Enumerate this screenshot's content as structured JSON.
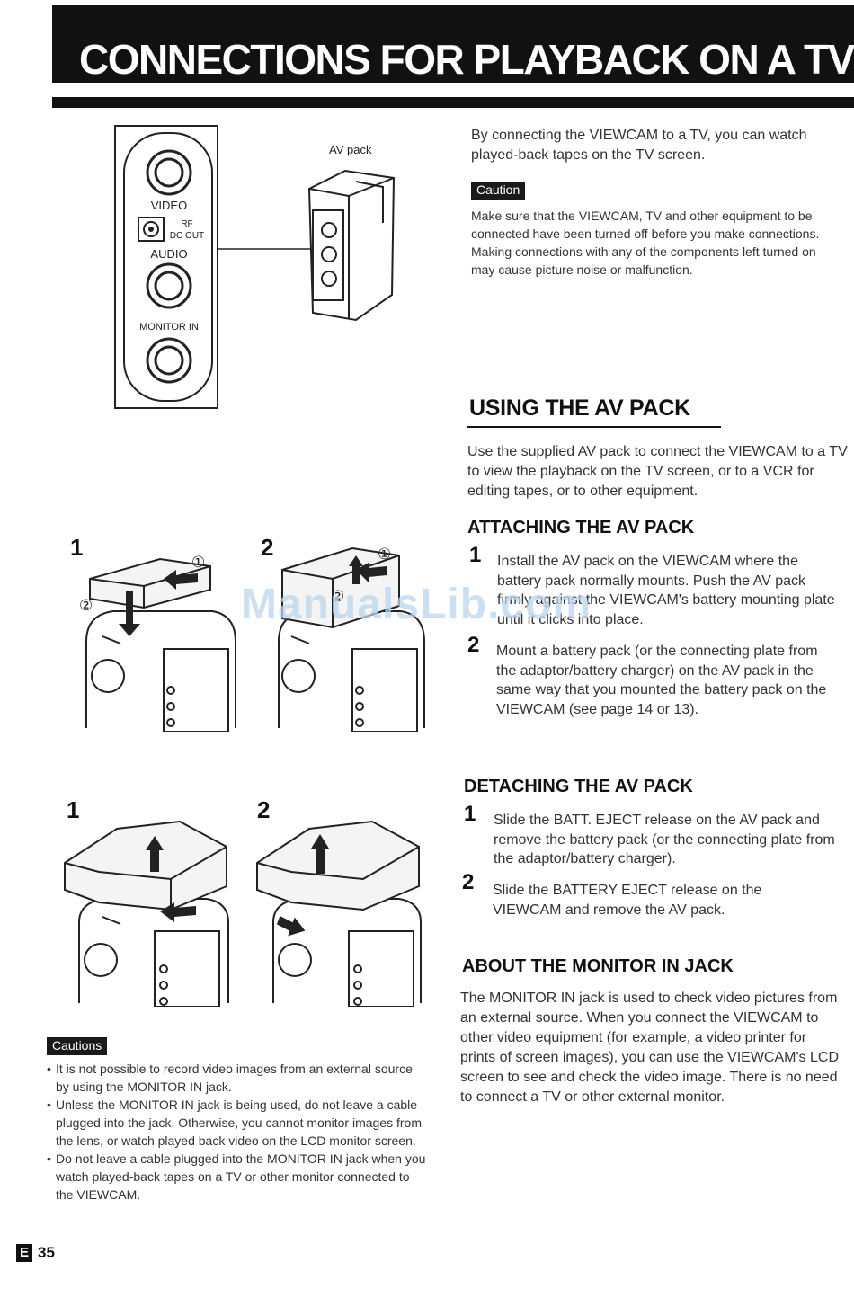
{
  "title": "CONNECTIONS FOR PLAYBACK ON A TV",
  "intro": "By connecting the VIEWCAM to a TV, you can watch played-back tapes on the TV screen.",
  "caution": {
    "label": "Caution",
    "text": "Make sure that the VIEWCAM, TV and other equipment to be connected have been turned off before you make connections. Making connections with any of the components left turned on may cause picture noise or malfunction."
  },
  "diagram": {
    "av_pack_label": "AV pack",
    "jack_video": "VIDEO",
    "jack_rf": "RF",
    "jack_dc_out": "DC OUT",
    "jack_audio": "AUDIO",
    "jack_monitor_in": "MONITOR IN"
  },
  "using": {
    "heading": "USING THE AV PACK",
    "text": "Use the supplied AV pack to connect the VIEWCAM to a TV to view the playback on the TV screen, or to a VCR for editing tapes, or to other equipment."
  },
  "attaching": {
    "heading": "ATTACHING THE AV PACK",
    "steps": [
      {
        "num": "1",
        "text": "Install the AV pack on the VIEWCAM where the battery pack normally mounts. Push the AV pack firmly against the VIEWCAM's battery mounting plate until it clicks into place."
      },
      {
        "num": "2",
        "text": "Mount a battery pack (or the connecting plate from the adaptor/battery charger) on the AV pack in the same way that you mounted the battery pack on the VIEWCAM (see page 14 or 13)."
      }
    ]
  },
  "detaching": {
    "heading": "DETACHING THE AV PACK",
    "steps": [
      {
        "num": "1",
        "text": "Slide the BATT. EJECT release on the AV pack and remove the battery pack (or the connecting plate from the adaptor/battery charger)."
      },
      {
        "num": "2",
        "text": "Slide the BATTERY EJECT release on the VIEWCAM and remove the AV pack."
      }
    ]
  },
  "monitor": {
    "heading": "ABOUT THE MONITOR IN JACK",
    "text": "The MONITOR IN jack is used to check video pictures from an external source. When you connect the VIEWCAM to other video equipment (for example, a video printer for prints of screen images), you can use the VIEWCAM's LCD screen to see and check the video image. There is no need to connect a TV or other external monitor."
  },
  "figures": {
    "attach_1": "1",
    "attach_2": "2",
    "detach_1": "1",
    "detach_2": "2",
    "callout_1": "①",
    "callout_2": "②"
  },
  "cautions": {
    "label": "Cautions",
    "items": [
      "It is not possible to record video images from an external source by using the MONITOR IN jack.",
      "Unless the MONITOR IN jack is being used, do not leave a cable plugged into the jack. Otherwise, you cannot monitor images from the lens, or watch played back video on the LCD monitor screen.",
      "Do not leave a cable plugged into the MONITOR IN jack when you watch played-back tapes on a TV or other monitor connected to the VIEWCAM."
    ]
  },
  "footer": {
    "lang": "E",
    "page": "35"
  },
  "watermark": "ManualsLib.com"
}
